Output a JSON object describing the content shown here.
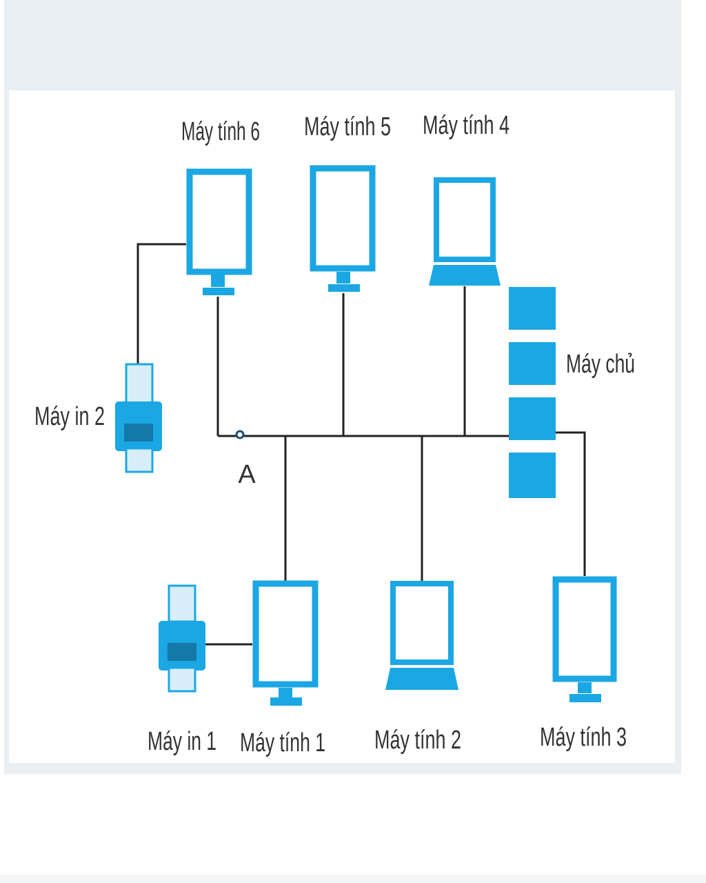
{
  "colors": {
    "device": "#1ba7e3",
    "device_light": "#d7eef8",
    "cable": "#222222",
    "label": "#333333"
  },
  "labels": {
    "computer6": "Máy tính 6",
    "computer5": "Máy tính 5",
    "computer4": "Máy tính 4",
    "server": "Máy chủ",
    "printer2": "Máy in 2",
    "point_a": "A",
    "printer1": "Máy in 1",
    "computer1": "Máy tính 1",
    "computer2": "Máy tính 2",
    "computer3": "Máy tính 3"
  },
  "icons": {
    "desktop": "desktop-monitor-icon",
    "laptop": "laptop-icon",
    "printer": "printer-icon",
    "server": "server-rack-icon"
  }
}
